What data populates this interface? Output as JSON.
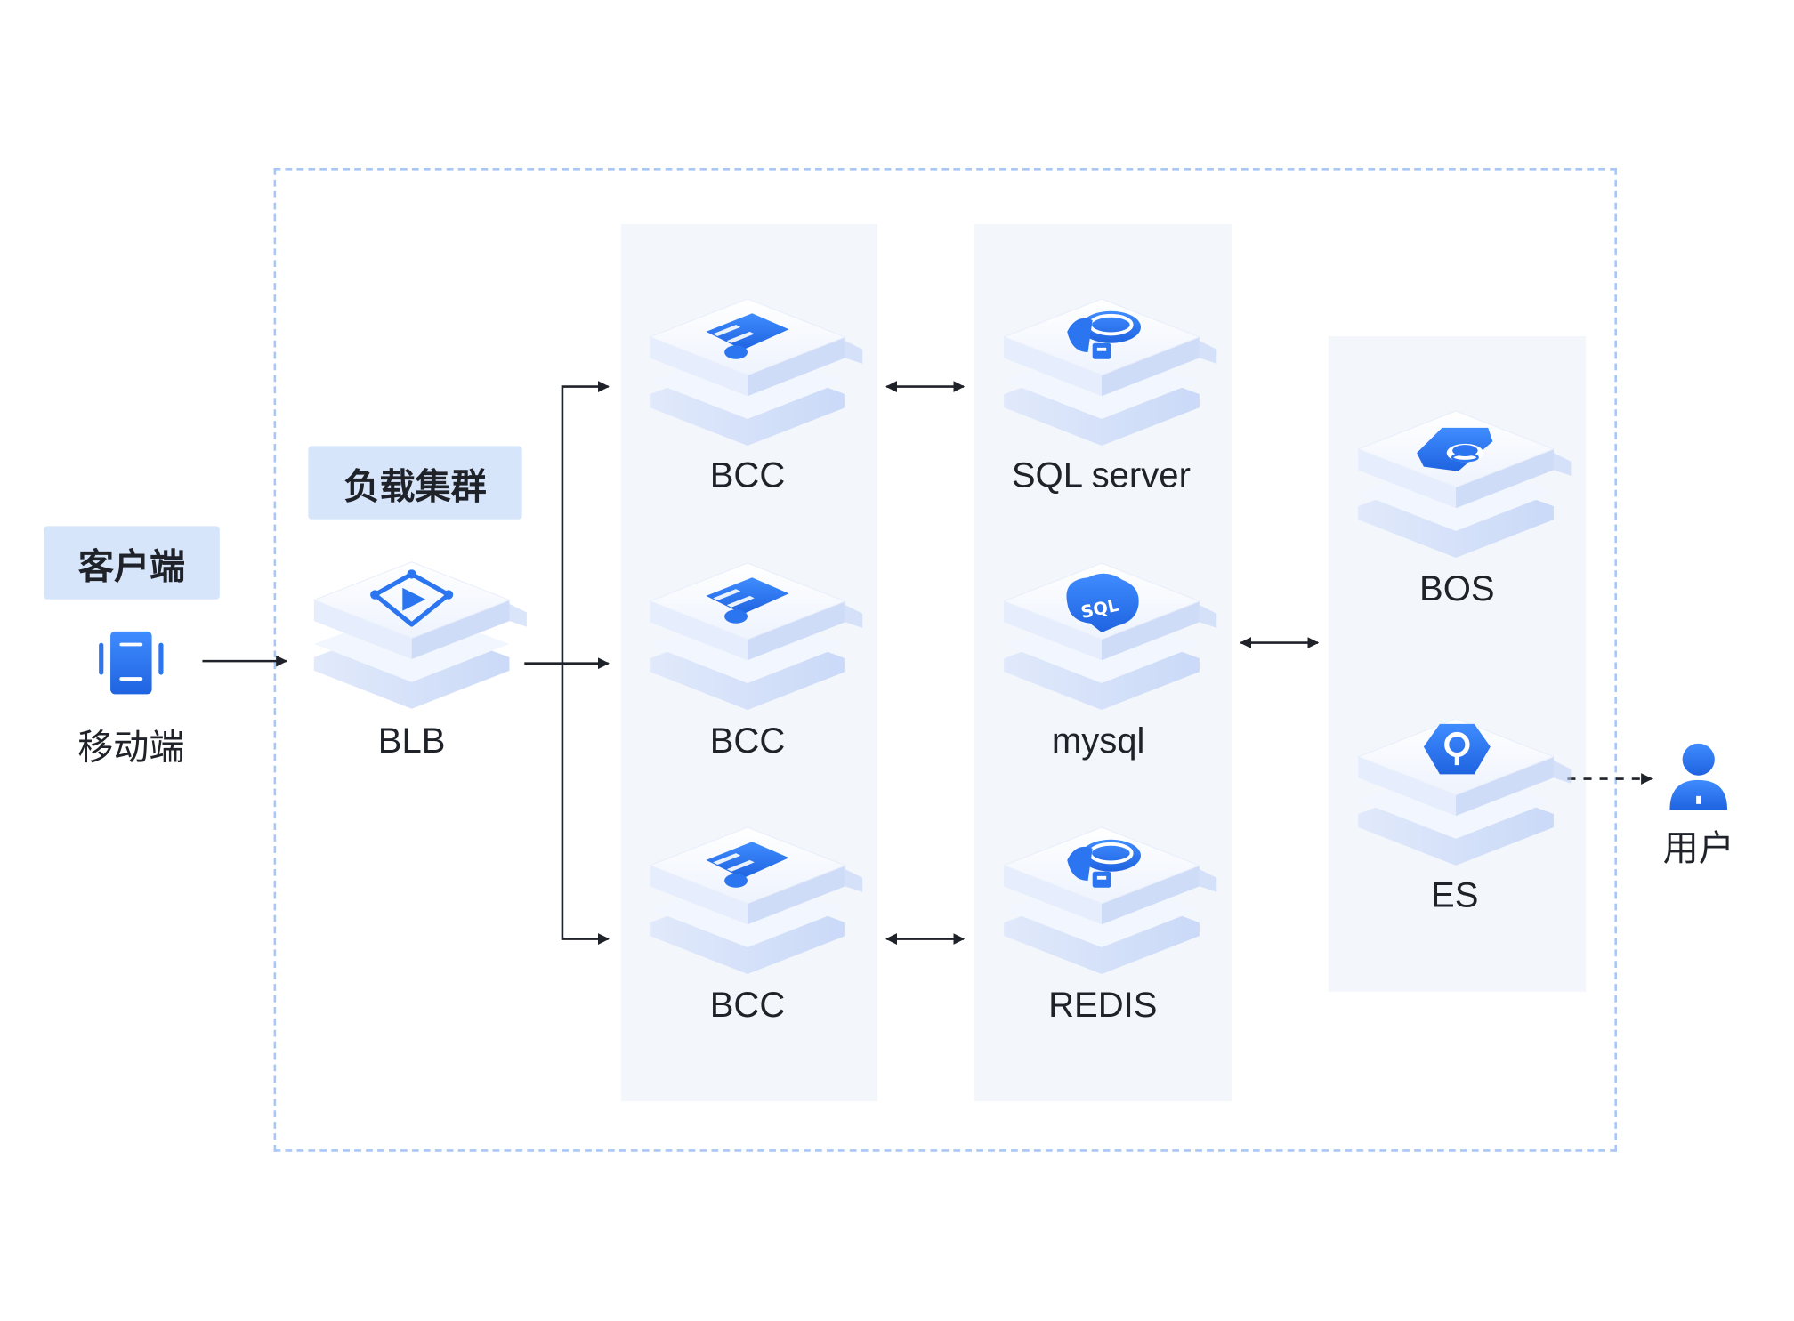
{
  "client": {
    "title": "客户端",
    "mobile_label": "移动端",
    "icon": "mobile-phone-icon"
  },
  "load_balancer": {
    "title": "负载集群",
    "node_label": "BLB",
    "icon": "load-balancer-icon"
  },
  "compute_column": {
    "nodes": [
      {
        "label": "BCC",
        "icon": "server-rack-icon"
      },
      {
        "label": "BCC",
        "icon": "server-rack-icon"
      },
      {
        "label": "BCC",
        "icon": "server-rack-icon"
      }
    ]
  },
  "database_column": {
    "nodes": [
      {
        "label": "SQL server",
        "icon": "database-icon"
      },
      {
        "label": "mysql",
        "icon": "mysql-dolphin-icon"
      },
      {
        "label": "REDIS",
        "icon": "database-icon"
      }
    ]
  },
  "storage_column": {
    "nodes": [
      {
        "label": "BOS",
        "icon": "object-storage-icon"
      },
      {
        "label": "ES",
        "icon": "search-shield-icon"
      }
    ]
  },
  "user": {
    "label": "用户",
    "icon": "user-icon"
  },
  "colors": {
    "accent": "#2b75f0",
    "boundary": "#a9c6f5",
    "tag_bg": "#d7e5fb",
    "column_bg": "#f3f6fb"
  }
}
